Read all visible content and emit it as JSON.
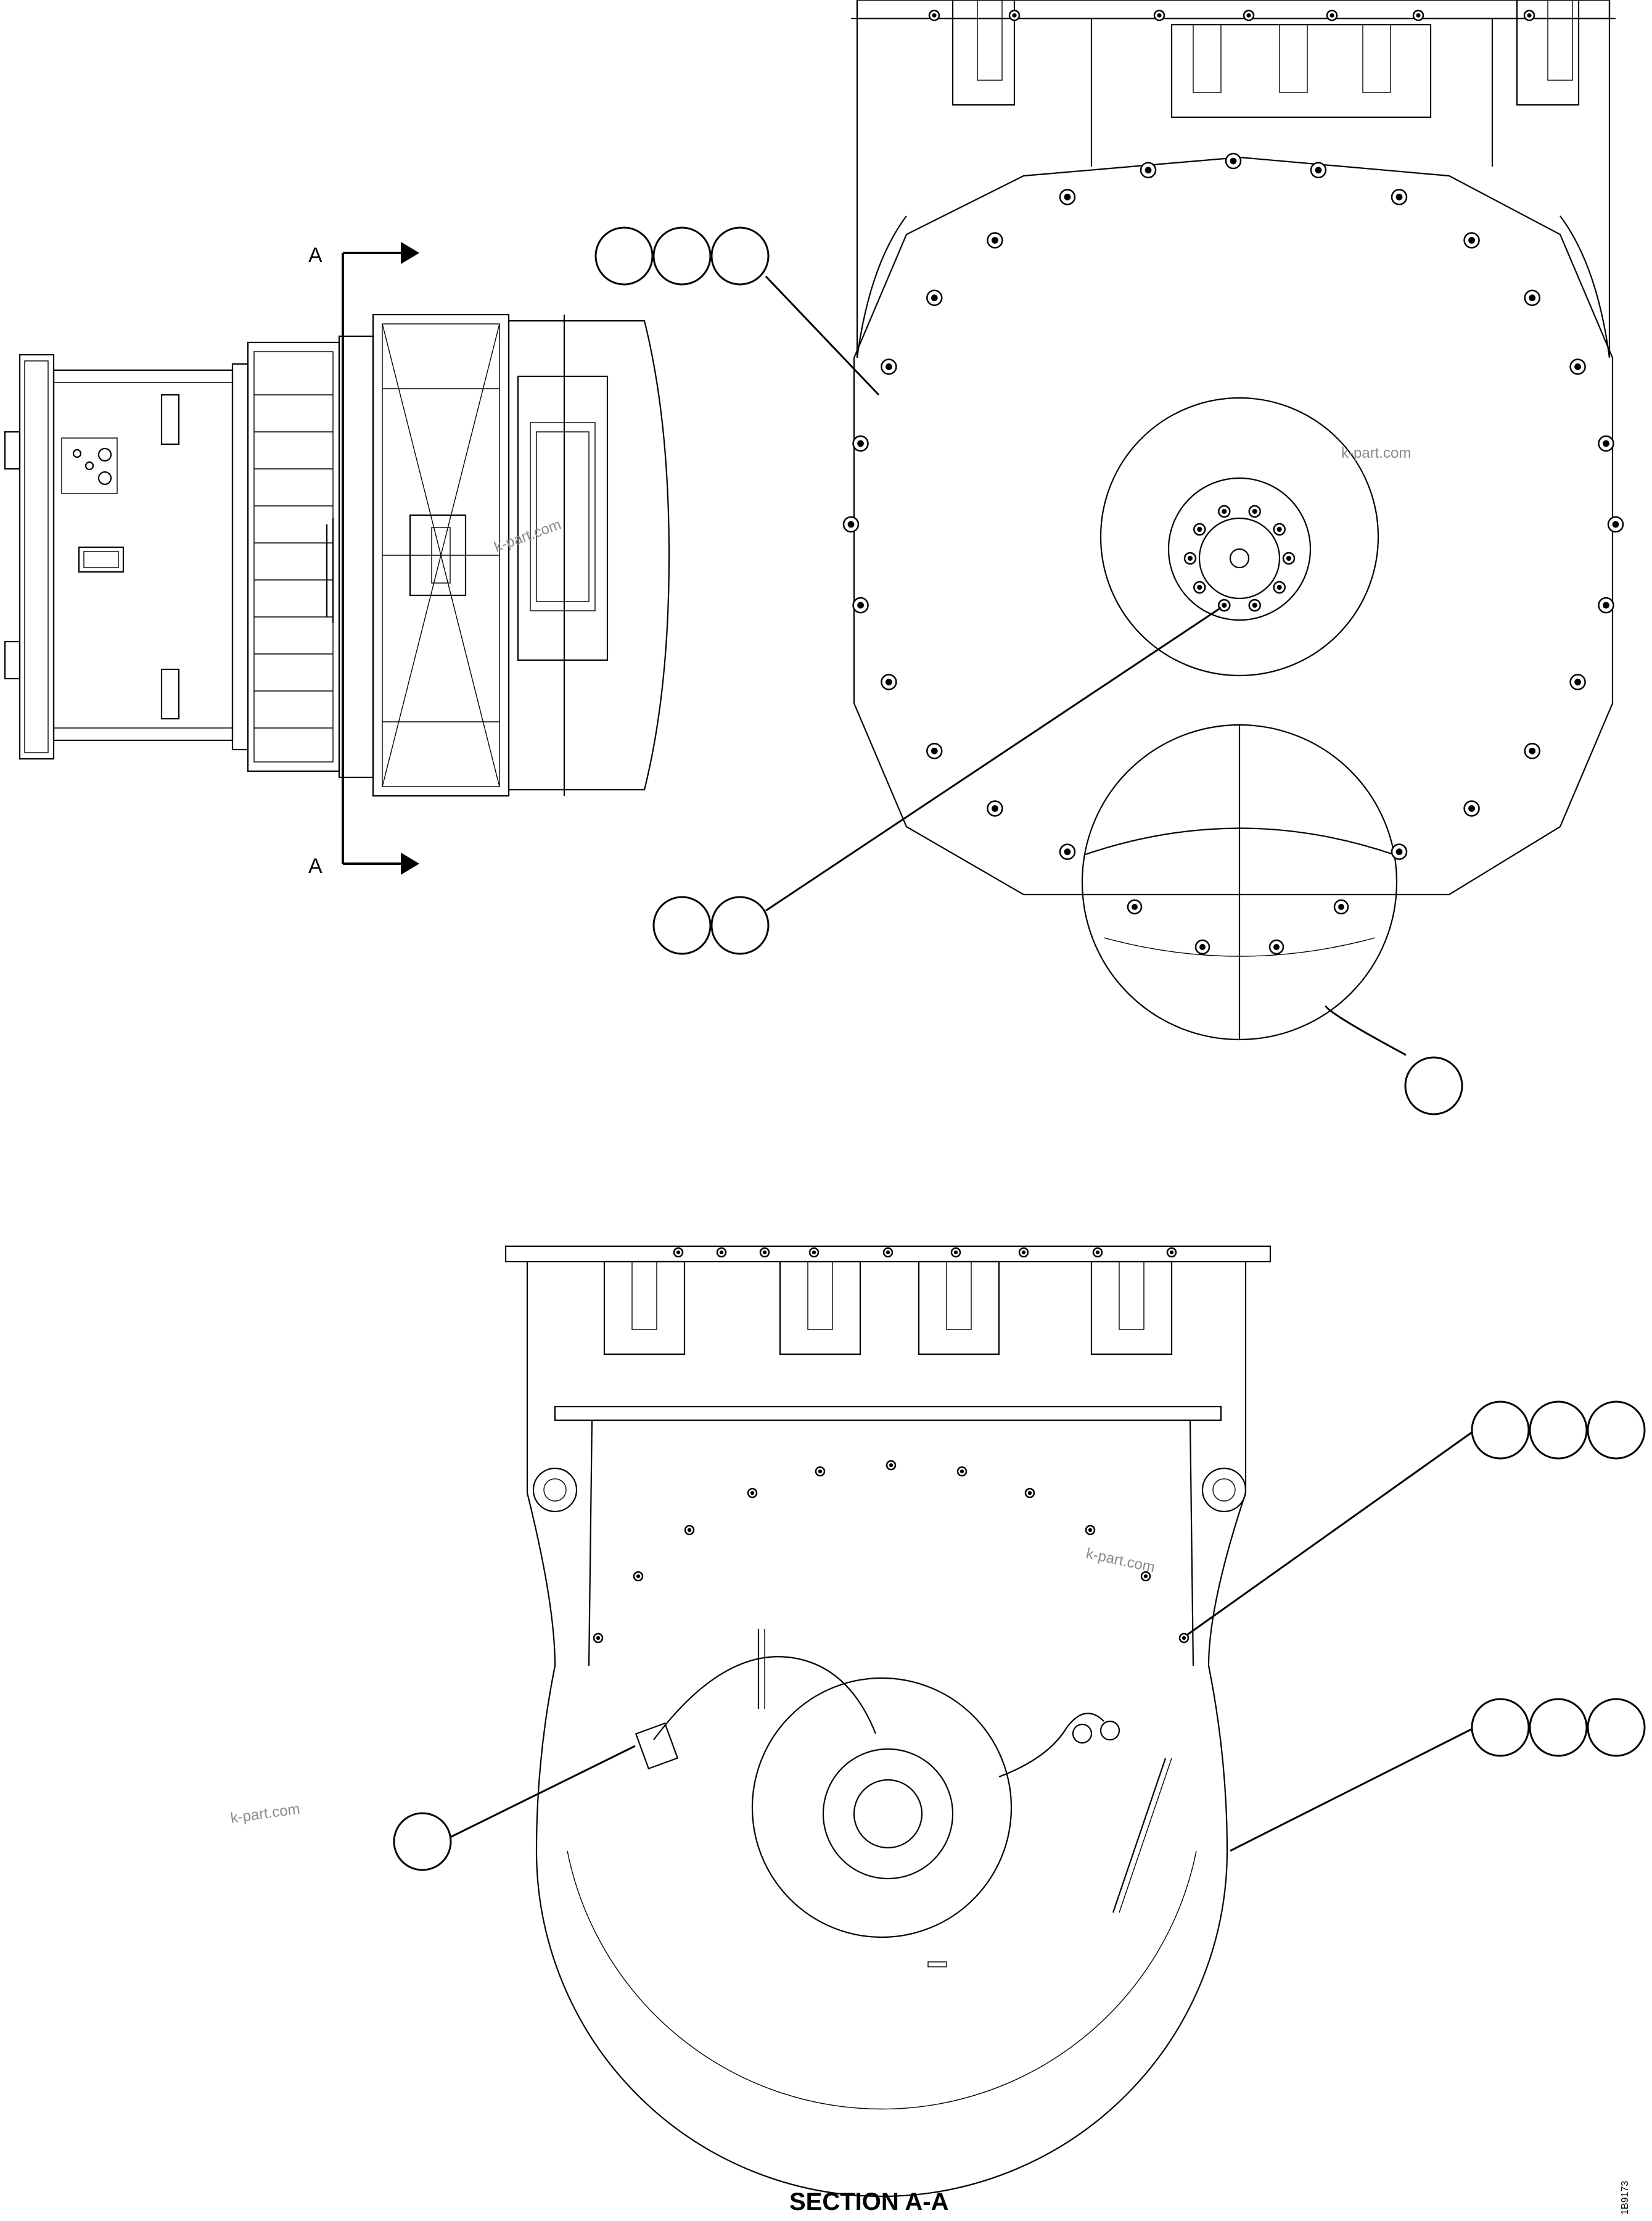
{
  "section_marker_top": "A",
  "section_marker_bottom": "A",
  "section_title": "SECTION A-A",
  "watermark": "k-part.com",
  "drawing_code": "1B9173",
  "callout_groups": [
    {
      "id": "upper-left-triple",
      "count": 3
    },
    {
      "id": "hub-double",
      "count": 2
    },
    {
      "id": "lower-single",
      "count": 1
    },
    {
      "id": "section-right-upper-triple",
      "count": 3
    },
    {
      "id": "section-right-lower-triple",
      "count": 3
    },
    {
      "id": "section-left-single",
      "count": 1
    }
  ]
}
